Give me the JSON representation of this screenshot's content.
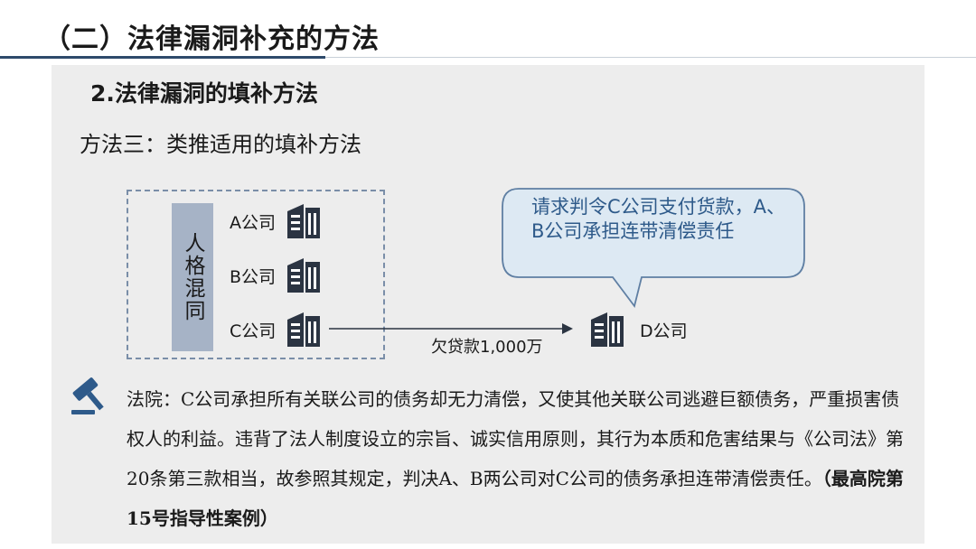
{
  "header": {
    "title": "（二）法律漏洞补充的方法"
  },
  "section": {
    "title": "2.法律漏洞的填补方法"
  },
  "method": {
    "title": "方法三：类推适用的填补方法"
  },
  "diagram": {
    "group_label": "人格混同",
    "companies": [
      "A公司",
      "B公司",
      "C公司"
    ],
    "creditor": "D公司",
    "loan_label": "欠贷款1,000万",
    "claim": "请求判令C公司支付货款，A、B公司承担连带清偿责任"
  },
  "court": {
    "body": "法院：C公司承担所有关联公司的债务却无力清偿，又使其他关联公司逃避巨额债务，严重损害债权人的利益。违背了法人制度设立的宗旨、诚实信用原则，其行为本质和危害结果与《公司法》第20条第三款相当，故参照其规定，判决A、B两公司对C公司的债务承担连带清偿责任。",
    "citation": "（最高院第15号指导性案例）"
  },
  "colors": {
    "accent_blue": "#2e5a8a",
    "building": "#2b3442",
    "bubble_fill": "#dde9f3",
    "bubble_border": "#5f7fa3",
    "label_fill": "#a6b3c6",
    "rule": "#2e4a6b"
  },
  "icons": [
    "building-icon",
    "gavel-icon"
  ]
}
